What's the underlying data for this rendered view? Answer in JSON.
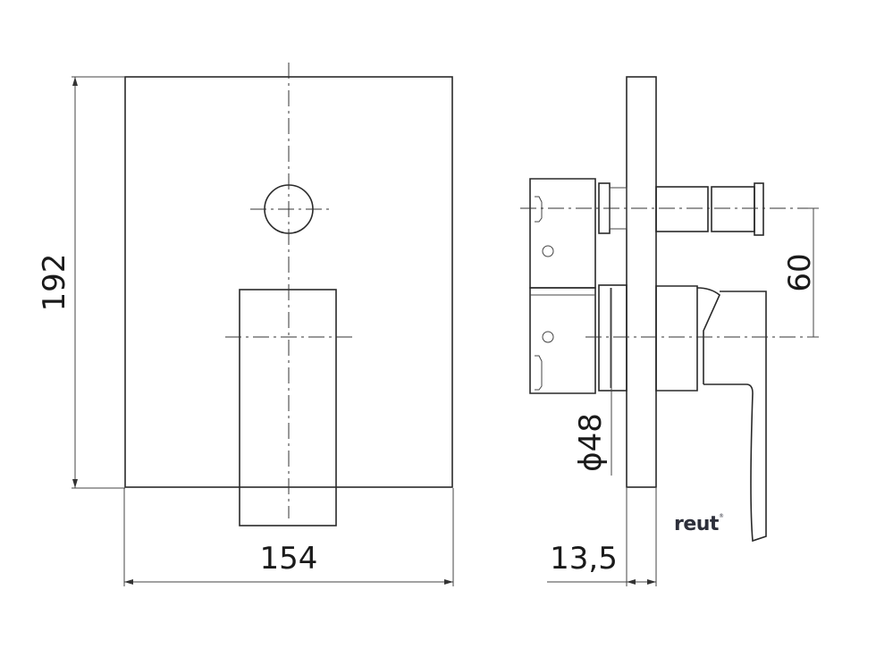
{
  "drawing": {
    "type": "technical dimension drawing",
    "views": [
      "front-view",
      "side-view"
    ],
    "dimensions": {
      "height": "192",
      "width": "154",
      "depth": "13,5",
      "diameter": "ϕ48",
      "spacing": "60"
    },
    "brand": {
      "name": "reut",
      "mark": "®"
    }
  }
}
